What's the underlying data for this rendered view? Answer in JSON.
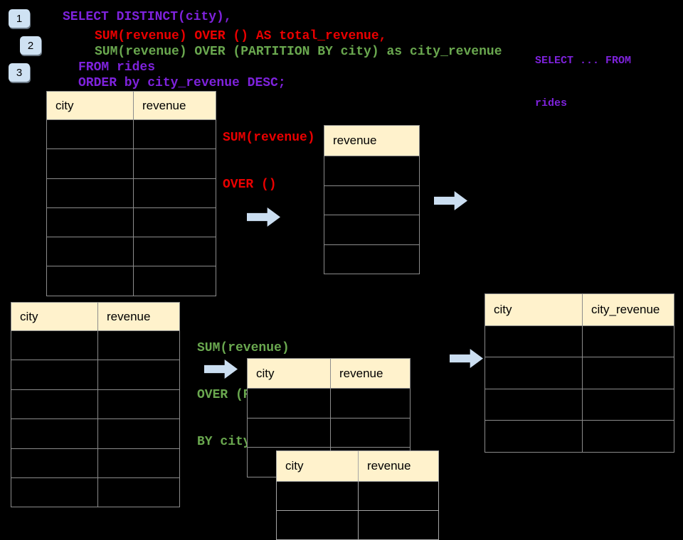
{
  "colors": {
    "background": "#000000",
    "keyword_purple": "#7E22DC",
    "total_red": "#EA0000",
    "partition_green": "#6AA84F",
    "table_header_bg": "#FFF2CC",
    "table_border": "#8C8C8C",
    "arrow_blue": "#CBDEF1",
    "badge_blue": "#CFE2F3"
  },
  "badges": [
    {
      "label": "1"
    },
    {
      "label": "2"
    },
    {
      "label": "3"
    }
  ],
  "sql": {
    "lines": [
      {
        "text": "SELECT DISTINCT(city),",
        "color": "purple"
      },
      {
        "text": "SUM(revenue) OVER () AS total_revenue,",
        "color": "red"
      },
      {
        "text": "SUM(revenue) OVER (PARTITION BY city) as city_revenue",
        "color": "green"
      },
      {
        "text": "FROM rides",
        "color": "purple"
      },
      {
        "text": "ORDER by city_revenue DESC;",
        "color": "purple"
      }
    ]
  },
  "side_note": {
    "line1": "SELECT ... FROM",
    "line2": "rides"
  },
  "annotations": {
    "total": {
      "line1": "SUM(revenue)",
      "line2": "OVER ()"
    },
    "partition": {
      "line1": "SUM(revenue)",
      "line2": "OVER (PARTITION",
      "line3": "BY city)"
    }
  },
  "tables": {
    "source_top": {
      "headers": [
        "city",
        "revenue"
      ],
      "empty_rows": 6
    },
    "total_revenue": {
      "headers": [
        "revenue"
      ],
      "empty_rows": 4
    },
    "source_bottom": {
      "headers": [
        "city",
        "revenue"
      ],
      "empty_rows": 6
    },
    "partition_mid": {
      "headers": [
        "city",
        "revenue"
      ],
      "empty_rows": 3
    },
    "partition_ovl": {
      "headers": [
        "city",
        "revenue"
      ],
      "empty_rows": 2
    },
    "result": {
      "headers": [
        "city",
        "city_revenue"
      ],
      "empty_rows": 4
    }
  }
}
